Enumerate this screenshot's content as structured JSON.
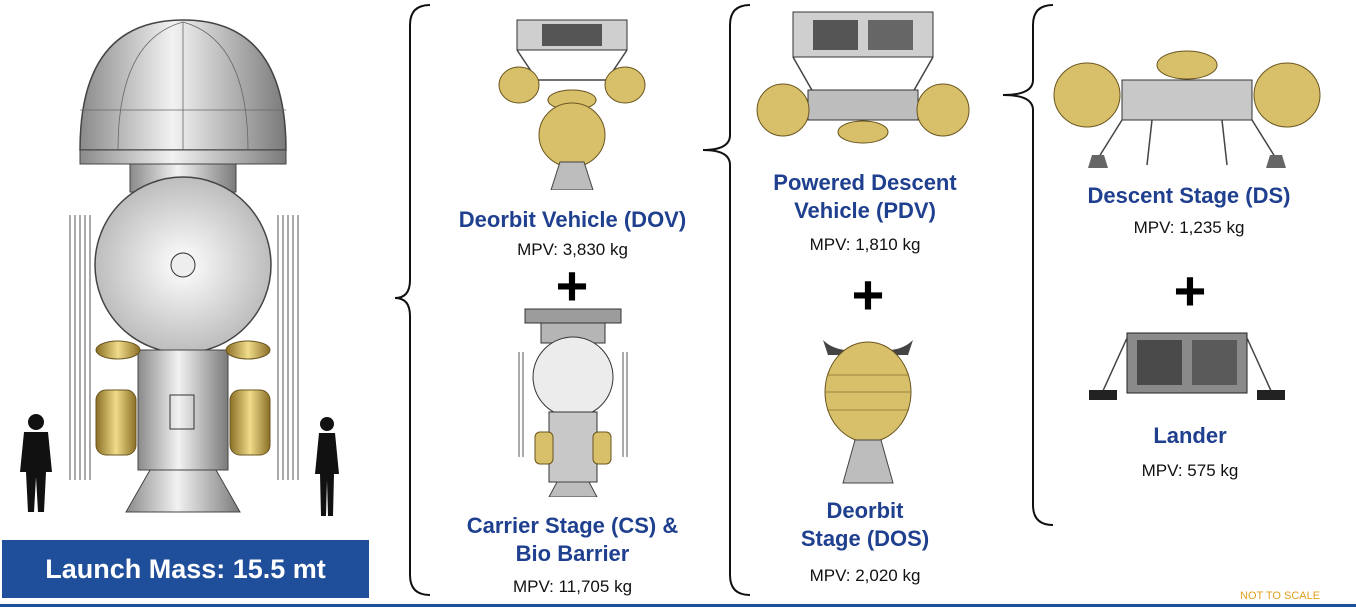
{
  "launch": {
    "label": "Launch Mass: 15.5 mt"
  },
  "stages": {
    "dov": {
      "title": "Deorbit Vehicle (DOV)",
      "mpv": "MPV: 3,830 kg"
    },
    "cs": {
      "title_line1": "Carrier Stage (CS) &",
      "title_line2": "Bio Barrier",
      "mpv": "MPV: 11,705 kg"
    },
    "pdv": {
      "title_line1": "Powered Descent",
      "title_line2": "Vehicle (PDV)",
      "mpv": "MPV: 1,810 kg"
    },
    "dos": {
      "title_line1": "Deorbit",
      "title_line2": "Stage (DOS)",
      "mpv": "MPV: 2,020 kg"
    },
    "ds": {
      "title": "Descent Stage (DS)",
      "mpv": "MPV: 1,235 kg"
    },
    "lander": {
      "title": "Lander",
      "mpv": "MPV: 575 kg"
    }
  },
  "plus_symbol": "+",
  "footer": {
    "note": "NOT TO SCALE"
  },
  "colors": {
    "title_blue": "#1f3f8f",
    "box_blue": "#1f4e9a",
    "note_orange": "#e0a020",
    "gold": "#c9a84a"
  }
}
